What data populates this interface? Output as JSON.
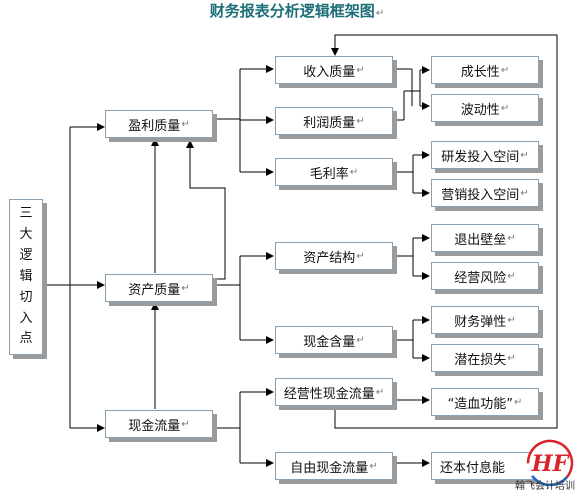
{
  "title": "财务报表分析逻辑框架图",
  "para_mark": "↵",
  "root": [
    "三",
    "大",
    "逻",
    "辑",
    "切",
    "入",
    "点"
  ],
  "nodes": {
    "profit_quality": "盈利质量",
    "asset_quality": "资产质量",
    "cash_flow": "现金流量",
    "revenue_quality": "收入质量",
    "profit_q2": "利润质量",
    "gross_margin": "毛利率",
    "growth": "成长性",
    "volatility": "波动性",
    "rd_space": "研发投入空间",
    "marketing_space": "营销投入空间",
    "asset_structure": "资产结构",
    "cash_content": "现金含量",
    "exit_barrier": "退出壁垒",
    "operating_risk": "经营风险",
    "financial_flex": "财务弹性",
    "potential_loss": "潜在损失",
    "operating_cf": "经营性现金流量",
    "free_cf": "自由现金流量",
    "blood_function": "“造血功能”",
    "debt_service": "还本付息能"
  },
  "logo": {
    "letters": "HF",
    "caption": "翰飞会计培训",
    "colors": [
      "#d9242b",
      "#1f66c0"
    ]
  }
}
